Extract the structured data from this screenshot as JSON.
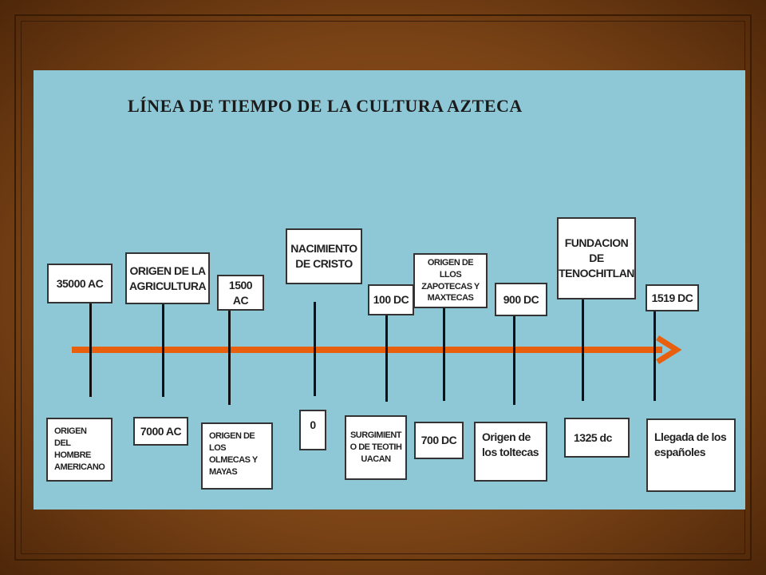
{
  "title": "LÍNEA DE TIEMPO DE LA CULTURA AZTECA",
  "colors": {
    "panel": "#8ec8d6",
    "arrow": "#e8600e",
    "frame": "#7a4316"
  },
  "top": [
    "35000 AC",
    "ORIGEN DE LA AGRICULTURA",
    "1500 AC",
    "NACIMIENTO DE CRISTO",
    "100 DC",
    "ORIGEN DE LLOS ZAPOTECAS Y MAXTECAS",
    "900 DC",
    "FUNDACION DE TENOCHITLAN",
    "1519 DC"
  ],
  "bottom": [
    "ORIGEN DEL HOMBRE AMERICANO",
    "7000 AC",
    "ORIGEN DE LOS OLMECAS Y MAYAS",
    "0",
    "SURGIMIENTO DE TEOTIHUACAN",
    "700 DC",
    "Origen de los toltecas",
    "1325 dc",
    "Llegada de los españoles"
  ]
}
